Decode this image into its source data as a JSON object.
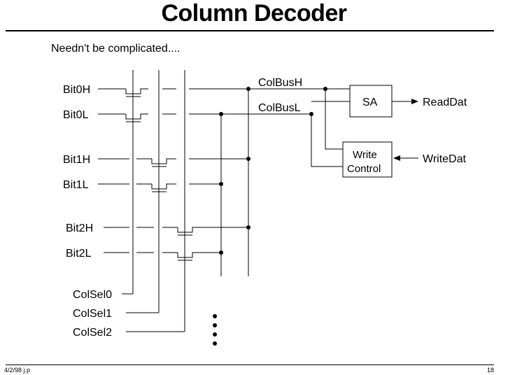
{
  "title": "Column Decoder",
  "subtitle": "Needn't be complicated....",
  "labels": {
    "bit0h": "Bit0H",
    "bit0l": "Bit0L",
    "bit1h": "Bit1H",
    "bit1l": "Bit1L",
    "bit2h": "Bit2H",
    "bit2l": "Bit2L",
    "colsel0": "ColSel0",
    "colsel1": "ColSel1",
    "colsel2": "ColSel2",
    "colbush": "ColBusH",
    "colbusl": "ColBusL",
    "sa": "SA",
    "write_line1": "Write",
    "write_line2": "Control",
    "readdat": "ReadDat",
    "writedat": "WriteDat"
  },
  "footer": {
    "date": "4/2/98  j.p",
    "page": "18"
  }
}
